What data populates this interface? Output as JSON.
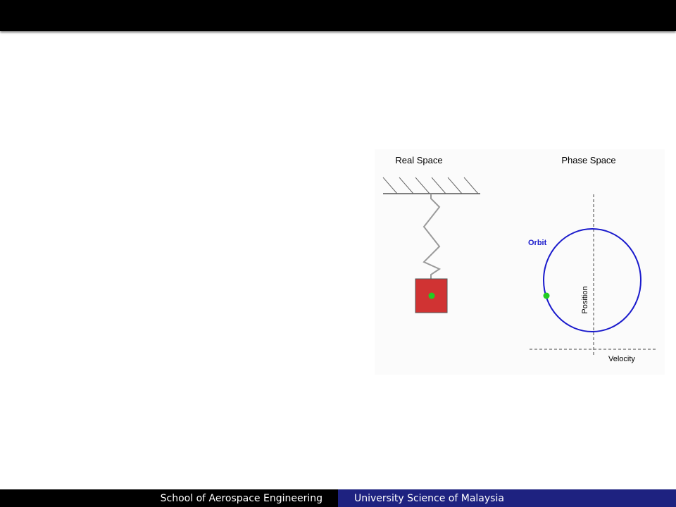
{
  "diagram": {
    "real_space_title": "Real Space",
    "phase_space_title": "Phase Space",
    "orbit_label": "Orbit",
    "position_label": "Position",
    "velocity_label": "Velocity"
  },
  "colors": {
    "mass": "#d03333",
    "mass_dot": "#22cc22",
    "orbit": "#1a1acc",
    "orbit_point": "#22cc22",
    "spring": "#9a9a9a",
    "footer_right_bg": "#1e2280"
  },
  "footer": {
    "school": "School of Aerospace Engineering",
    "university": "University Science of Malaysia"
  }
}
